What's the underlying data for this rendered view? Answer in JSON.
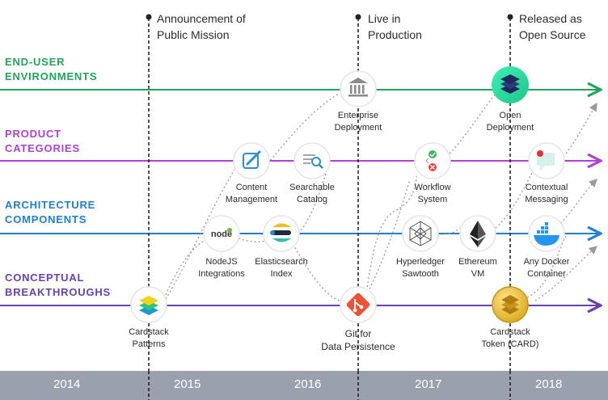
{
  "lanes": [
    {
      "lines": [
        "END-USER",
        "ENVIRONMENTS"
      ],
      "color": "#1fa65a"
    },
    {
      "lines": [
        "PRODUCT",
        "CATEGORIES"
      ],
      "color": "#b03fd6"
    },
    {
      "lines": [
        "ARCHITECTURE",
        "COMPONENTS"
      ],
      "color": "#1f7fd0"
    },
    {
      "lines": [
        "CONCEPTUAL",
        "BREAKTHROUGHS"
      ],
      "color": "#6a3fb4"
    }
  ],
  "milestones": [
    {
      "lines": [
        "Announcement of",
        "Public Mission"
      ]
    },
    {
      "lines": [
        "Live in",
        "Production"
      ]
    },
    {
      "lines": [
        "Released as",
        "Open Source"
      ]
    }
  ],
  "nodes": [
    {
      "id": "cardstack-patterns",
      "lines": [
        "Cardstack",
        "Patterns"
      ],
      "icon": "layers-icon"
    },
    {
      "id": "nodejs-integrations",
      "lines": [
        "NodeJS",
        "Integrations"
      ],
      "icon": "nodejs-icon",
      "icon_text": "node"
    },
    {
      "id": "content-management",
      "lines": [
        "Content",
        "Management"
      ],
      "icon": "edit-icon"
    },
    {
      "id": "elasticsearch-index",
      "lines": [
        "Elasticsearch",
        "Index"
      ],
      "icon": "elasticsearch-icon"
    },
    {
      "id": "searchable-catalog",
      "lines": [
        "Searchable",
        "Catalog"
      ],
      "icon": "search-doc-icon"
    },
    {
      "id": "enterprise-deployment",
      "lines": [
        "Enterprise",
        "Deployment"
      ],
      "icon": "building-icon"
    },
    {
      "id": "git-data-persistence",
      "lines": [
        "Git for",
        "Data Persistence"
      ],
      "icon": "git-icon"
    },
    {
      "id": "workflow-system",
      "lines": [
        "Workflow",
        "System"
      ],
      "icon": "workflow-icon"
    },
    {
      "id": "hyperledger-sawtooth",
      "lines": [
        "Hyperledger",
        "Sawtooth"
      ],
      "icon": "hyperledger-icon"
    },
    {
      "id": "ethereum-vm",
      "lines": [
        "Ethereum",
        "VM"
      ],
      "icon": "ethereum-icon"
    },
    {
      "id": "open-deployment",
      "lines": [
        "Open",
        "Deployment"
      ],
      "icon": "stack-icon"
    },
    {
      "id": "contextual-messaging",
      "lines": [
        "Contextual",
        "Messaging"
      ],
      "icon": "message-icon"
    },
    {
      "id": "any-docker-container",
      "lines": [
        "Any Docker",
        "Container"
      ],
      "icon": "docker-icon"
    },
    {
      "id": "cardstack-token",
      "lines": [
        "Cardstack",
        "Token (CARD)"
      ],
      "icon": "card-token-icon"
    }
  ],
  "years": [
    "2014",
    "2015",
    "2016",
    "2017",
    "2018"
  ],
  "colors": {
    "year_bar": "#9aa0ae",
    "connector": "#9a9a9a",
    "milestone_line": "#222222",
    "node_border": "#e6e6e6"
  }
}
